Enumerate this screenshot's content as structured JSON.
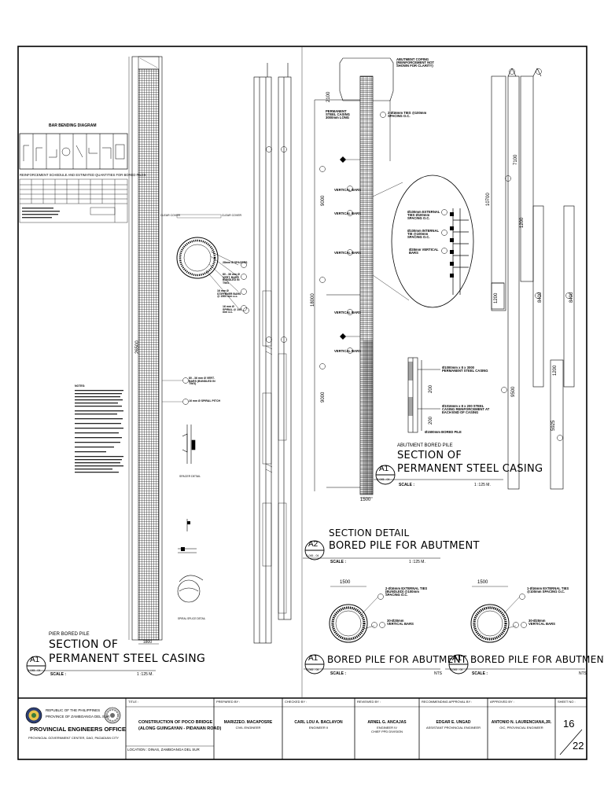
{
  "drawing": {
    "bar_bending_title": "BAR BENDING DIAGRAM",
    "schedule_title": "REINFORCEMENT SCHEDULE AND ESTIMATED QUANTITIES FOR BORED PILES",
    "pier_pile": {
      "prefix": "PIER BORED PILE",
      "line1": "SECTION OF",
      "line2": "PERMANENT STEEL CASING",
      "badge": "A1",
      "badge_sub": "S-045 - 04",
      "scale_label": "SCALE :",
      "scale": "1 :125 M.",
      "length_dim": "26500",
      "width_dim": "1800"
    },
    "spacer_detail": "SPACER DETAIL",
    "spiral_detail": "SPIRAL SPLICE DETAIL",
    "notes_heading": "NOTES:",
    "clear_cover_left": "CLEAR COVER",
    "clear_cover_right": "CLEAR COVER",
    "cross_section_callouts": [
      "28mm Ø SPACERS",
      "80 - 36 mm Ø VERT. BARS BUNDLED IN TWO",
      "16 mm Ø STIFFENER BARS @ 1500 mm o.c.",
      "16 mm Ø SPIRAL @ 150 mm o.c."
    ],
    "vertical_bars_callout": "80 - 36 mm Ø VERT. BARS (BUNDLED IN TWO)",
    "spiral_callout": "16 mm Ø SPIRAL PITCH",
    "abutment": {
      "coping_note": "ABUTMENT COPING (REINFORCEMENT NOT SHOWN FOR CLARITY)",
      "casing_note": "PERMANENT STEEL CASING 3000mm LONG",
      "ties_note": "2-Ø16mm TIES @100mm SPACING O.C.",
      "vertical_bars_label": "VERTICAL BARS",
      "external_ties": "Ø100mm EXTERNAL TIES Ø100mm SPACING O.C.",
      "internal_ties": "Ø100mm INTERNAL TIE @100mm SPACING O.C.",
      "vertical_28": "Ø28mm VERTICAL BARS",
      "casing_detail_1": "Ø1000mm x 8 x 3000 PERMANENT STEEL CASING",
      "casing_detail_2": "Ø1016mm x 8 x 200 STEEL CASING REINFORCEMENT AT EACH END OF CASING",
      "bored_pile_1500": "Ø1500mm BORED PILE",
      "dims": [
        "2100",
        "9000",
        "18000",
        "9000",
        "1500",
        "200",
        "200"
      ],
      "prefix": "ABUTMENT BORED PILE",
      "line1": "SECTION OF",
      "line2": "PERMANENT STEEL CASING",
      "badge": "A1",
      "badge_sub": "S-045 - 04",
      "scale_label": "SCALE :",
      "scale": "1 :125 M."
    },
    "bar_dims": [
      "10700",
      "7100",
      "1200",
      "8400",
      "8400",
      "1200",
      "9500",
      "1200",
      "5925"
    ],
    "section_detail": {
      "line1": "SECTION DETAIL",
      "line2": "BORED PILE FOR ABUTMENT",
      "badge": "A2",
      "badge_sub": "S-045 - 04",
      "scale_label": "SCALE :",
      "scale": "1 :125 M."
    },
    "circle_left": {
      "dim": "1500",
      "ties": "2-Ø16mm EXTERNAL TIES (BUNDLED) @100mm SPACING O.C.",
      "bars": "30-Ø28mm VERTICAL BARS",
      "title": "BORED PILE FOR ABUTMENT",
      "badge": "A1",
      "badge_sub": "S-045 - 04",
      "scale_label": "SCALE :",
      "scale": "NTS"
    },
    "circle_right": {
      "dim": "1500",
      "ties": "1-Ø16mm EXTERNAL TIES @100mm SPACING O.C.",
      "bars": "30-Ø28mm VERTICAL BARS",
      "title": "BORED PILE FOR ABUTMENT",
      "badge": "A1",
      "badge_sub": "S-045 - 04",
      "scale_label": "SCALE :",
      "scale": "NTS"
    }
  },
  "title_block": {
    "org": {
      "line1": "REPUBLIC OF THE PHILIPPINES",
      "line2": "PROVINCE OF ZAMBOANGA DEL SUR",
      "office": "PROVINCIAL ENGINEERS OFFICE",
      "address": "PROVINCIAL GOVERNMENT CENTER, DAO, PAGADIAN CITY"
    },
    "title_label": "TITLE :",
    "project_line1": "CONSTRUCTION OF POCO BRIDGE",
    "project_line2": "(ALONG GUINGAYAN - PIDANAN ROAD)",
    "location": "LOCATION : DINAS, ZAMBOANGA DEL SUR",
    "prepared": {
      "label": "PREPARED BY :",
      "name": "MARIZZEO. MACAPOSRE",
      "role": "CIVIL ENGINEER"
    },
    "checked": {
      "label": "CHECKED BY :",
      "name": "CARL LOU A. BACLAYON",
      "role": "ENGINEER II"
    },
    "reviewed": {
      "label": "REVIEWED BY :",
      "name": "ARNEL G. ANCAJAS",
      "role": "ENGINEER IV",
      "role2": "CHIEF PPD DIVISION"
    },
    "recommending": {
      "label": "RECOMMENDING APPROVAL BY :",
      "name": "EDGAR E. UNGAD",
      "role": "ASSISTANT PROVINCIAL ENGINEER"
    },
    "approved": {
      "label": "APPROVED BY :",
      "name": "ANTONIO N. LAURENCIANA,JR.",
      "role": "OIC, PROVINCIAL ENGINEER"
    },
    "sheet": {
      "label": "SHEET NO :",
      "num": "16",
      "total": "22"
    }
  }
}
